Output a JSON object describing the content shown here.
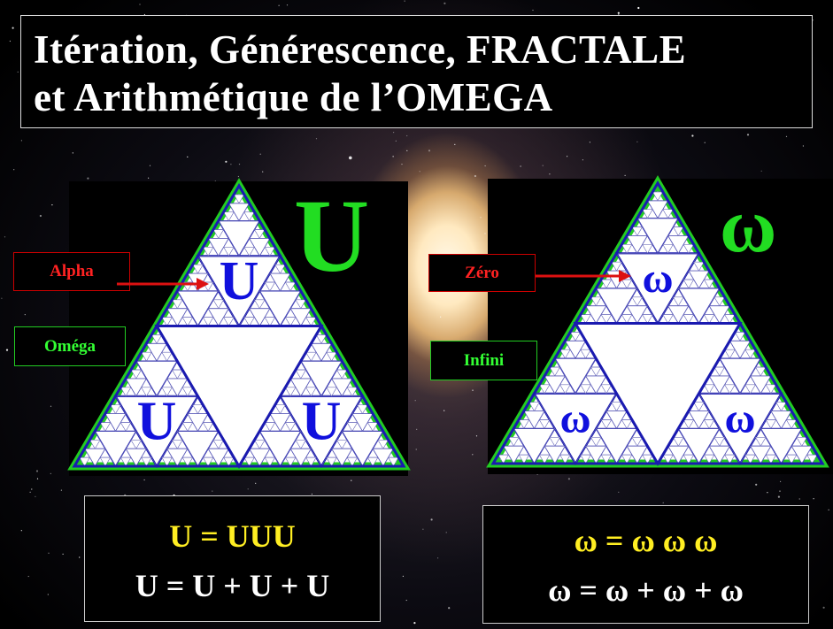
{
  "title": {
    "line1": "Itération, Générescence, FRACTALE",
    "line2": "et Arithmétique de l’OMEGA"
  },
  "left_diagram": {
    "big_symbol": "U",
    "sub_symbol": "U",
    "label_top": "Alpha",
    "label_bottom": "Oméga",
    "equation_1": "U = UUU",
    "equation_2": "U = U + U + U"
  },
  "right_diagram": {
    "big_symbol": "ω",
    "sub_symbol": "ω",
    "label_top": "Zéro",
    "label_bottom": "Infini",
    "equation_1": "ω = ω ω ω",
    "equation_2": "ω = ω + ω + ω"
  },
  "colors": {
    "title_text": "#ffffff",
    "big_symbol": "#22dd22",
    "triangle_outline": "#22cc22",
    "fractal_line": "#1a1ab0",
    "sub_symbol": "#1010dd",
    "label_red": "#ff2222",
    "label_green": "#33ff33",
    "arrow": "#dd1111",
    "equation_yellow": "#ffee22",
    "equation_white": "#ffffff"
  }
}
